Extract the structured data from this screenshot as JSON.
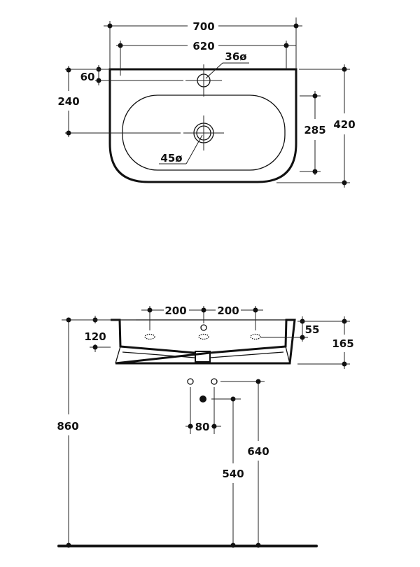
{
  "drawing": {
    "top_view": {
      "overall_width": "700",
      "inner_width": "620",
      "tap_hole_diameter": "36ø",
      "tap_hole_offset": "60",
      "drain_offset": "240",
      "bowl_depth": "285",
      "overall_depth": "420",
      "drain_diameter": "45ø"
    },
    "front_view": {
      "hole_spacing_left": "200",
      "hole_spacing_right": "200",
      "bowl_height": "120",
      "overflow_offset": "55",
      "overall_height": "165",
      "mount_height": "860",
      "pipe_spacing": "80",
      "supply_height": "640",
      "waste_height": "540"
    }
  }
}
